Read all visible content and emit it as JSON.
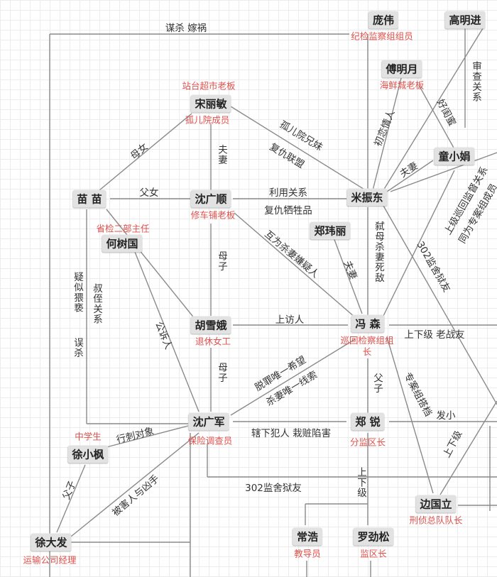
{
  "nodes": {
    "pangwei": {
      "name": "庞伟",
      "role": "纪检监察组组员"
    },
    "gaomingjin": {
      "name": "高明进",
      "role": ""
    },
    "fumingyue": {
      "name": "傅明月",
      "role": "海鲜城老板"
    },
    "songlimin": {
      "name": "宋丽敏",
      "role_top": "站台超市老板",
      "role": "孤儿院成员"
    },
    "tongxiaojuan": {
      "name": "童小娟",
      "role": ""
    },
    "miaomiao": {
      "name": "苗 苗",
      "role": "省检二部主任"
    },
    "shenguangshun": {
      "name": "沈广顺",
      "role": "修车铺老板"
    },
    "mizhendong": {
      "name": "米振东",
      "role": ""
    },
    "zhengweili": {
      "name": "郑玮丽",
      "role": ""
    },
    "heshuguo": {
      "name": "何树国",
      "role": ""
    },
    "huxuee": {
      "name": "胡雪娥",
      "role": "退休女工"
    },
    "fengsen": {
      "name": "冯 森",
      "role": "巡回检察组组长"
    },
    "shenguangjun": {
      "name": "沈广军",
      "role": "保险调查员"
    },
    "zhengrui": {
      "name": "郑 锐",
      "role": "分监区长"
    },
    "xuxiaofeng": {
      "name": "徐小枫",
      "role": "中学生"
    },
    "bianguoli": {
      "name": "边国立",
      "role": "刑侦总队队长"
    },
    "xudafa": {
      "name": "徐大发",
      "role": "运输公司经理"
    },
    "changhao": {
      "name": "常浩",
      "role": "教导员"
    },
    "luojinsong": {
      "name": "罗劲松",
      "role": "监区长"
    }
  },
  "edges": {
    "mousha_jiahuo": "谋杀 嫁祸",
    "shenji_guanxi": "审查关系",
    "chulian_qingren": "初恋情人",
    "haoguimi": "好闺蜜",
    "guer_xiongmei": "孤儿院兄妹",
    "fuchou_lianmeng": "复仇联盟",
    "mu_nv": "母女",
    "fu_qi_song": "夫妻",
    "fu_qi_tong": "夫妻",
    "fu_nv": "父女",
    "liyong": "利用关系",
    "fuchou_xisheng": "复仇牺牲品",
    "shangji_xunhui": "上级巡回监督关系",
    "tongwei_zhuanan": "同为专案组成员",
    "huwei_shaqi": "互为杀妻嫌疑人",
    "fu_qi_zheng": "夫妻",
    "shimu_shaqi": "弑母杀妻死敌",
    "jianyu_302_a": "302监舍狱友",
    "mu_zi_a": "母子",
    "yisi_weixie": "疑似猥亵",
    "wusha": "误杀",
    "shuzhi": "叔侄关系",
    "gongsu": "公诉人",
    "shangfang": "上访人",
    "shangxiaji_zhanyou": "上下级 老战友",
    "mu_zi_b": "母子",
    "tuozui": "脱罪唯一希望",
    "shaqi_xiansuo": "杀妻唯一线索",
    "fu_zi_zheng": "父子",
    "zhuanan_dadang": "专案组搭档",
    "faxiao": "发小",
    "shangxiaji_b": "上下级",
    "xingzhi": "行刺对象",
    "xiaxia_fanren": "辖下犯人 栽赃陷害",
    "fu_zi_xu": "父子",
    "beihairen": "被害人与凶手",
    "jianyu_302_b": "302监舍狱友",
    "shangxiaji_c": "上下级"
  }
}
